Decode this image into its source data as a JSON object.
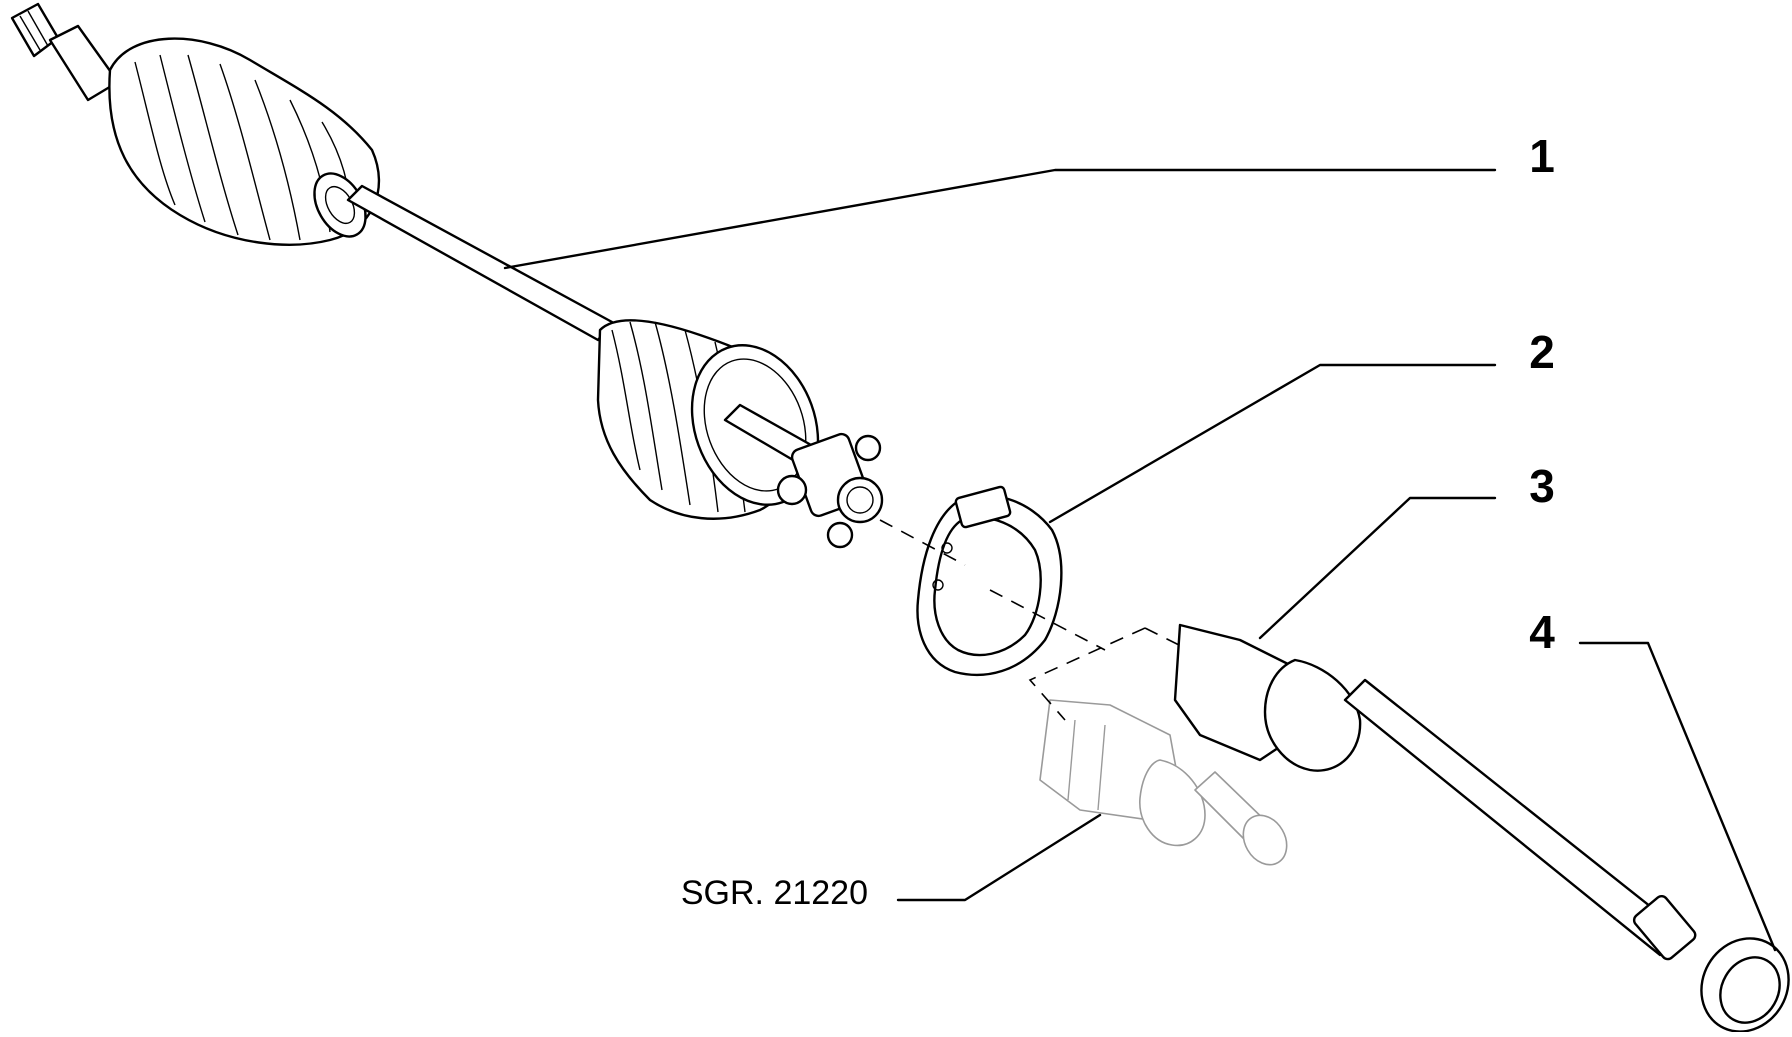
{
  "callouts": [
    {
      "label": "1"
    },
    {
      "label": "2"
    },
    {
      "label": "3"
    },
    {
      "label": "4"
    }
  ],
  "reference": {
    "label": "SGR. 21220"
  }
}
